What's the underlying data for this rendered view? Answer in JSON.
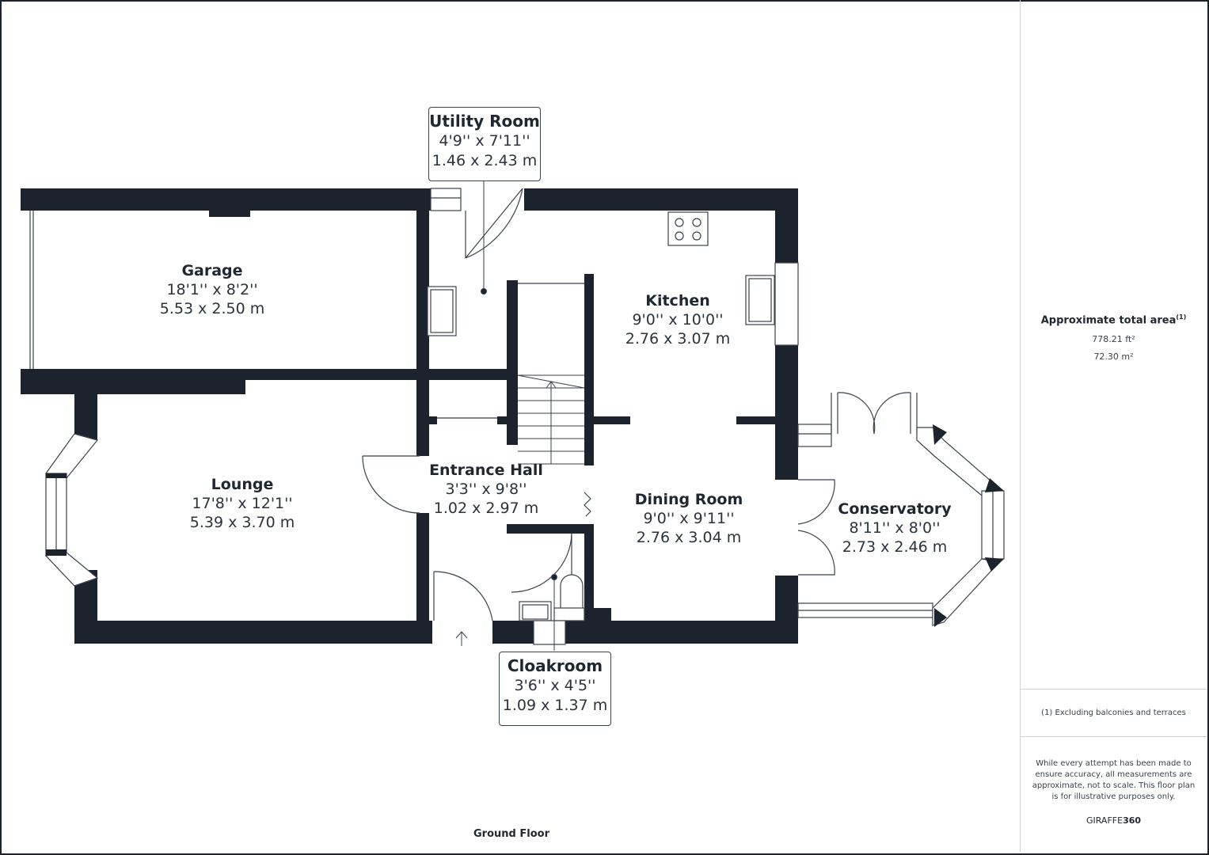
{
  "floor_name": "Ground Floor",
  "rooms": [
    {
      "id": "garage",
      "name": "Garage",
      "imperial": "18'1'' x 8'2''",
      "metric": "5.53 x 2.50 m"
    },
    {
      "id": "utility",
      "name": "Utility Room",
      "imperial": "4'9'' x 7'11''",
      "metric": "1.46 x 2.43 m"
    },
    {
      "id": "kitchen",
      "name": "Kitchen",
      "imperial": "9'0'' x 10'0''",
      "metric": "2.76 x 3.07 m"
    },
    {
      "id": "lounge",
      "name": "Lounge",
      "imperial": "17'8'' x 12'1''",
      "metric": "5.39 x 3.70 m"
    },
    {
      "id": "hall",
      "name": "Entrance Hall",
      "imperial": "3'3'' x 9'8''",
      "metric": "1.02 x 2.97 m"
    },
    {
      "id": "dining",
      "name": "Dining Room",
      "imperial": "9'0'' x 9'11''",
      "metric": "2.76 x 3.04 m"
    },
    {
      "id": "conservatory",
      "name": "Conservatory",
      "imperial": "8'11'' x 8'0''",
      "metric": "2.73 x 2.46 m"
    },
    {
      "id": "cloakroom",
      "name": "Cloakroom",
      "imperial": "3'6'' x 4'5''",
      "metric": "1.09 x 1.37 m"
    }
  ],
  "summary": {
    "title": "Approximate total area",
    "footnote_marker": "(1)",
    "area_ft": "778.21 ft²",
    "area_m": "72.30 m²",
    "footnote": "(1) Excluding balconies and terraces",
    "disclaimer": "While every attempt has been made to ensure accuracy, all measurements are approximate, not to scale. This floor plan is for illustrative purposes only.",
    "brand_prefix": "GIRAFFE",
    "brand_suffix": "360"
  },
  "colors": {
    "wall": "#1c232c",
    "text": "#1f2731",
    "line": "#39424d"
  }
}
